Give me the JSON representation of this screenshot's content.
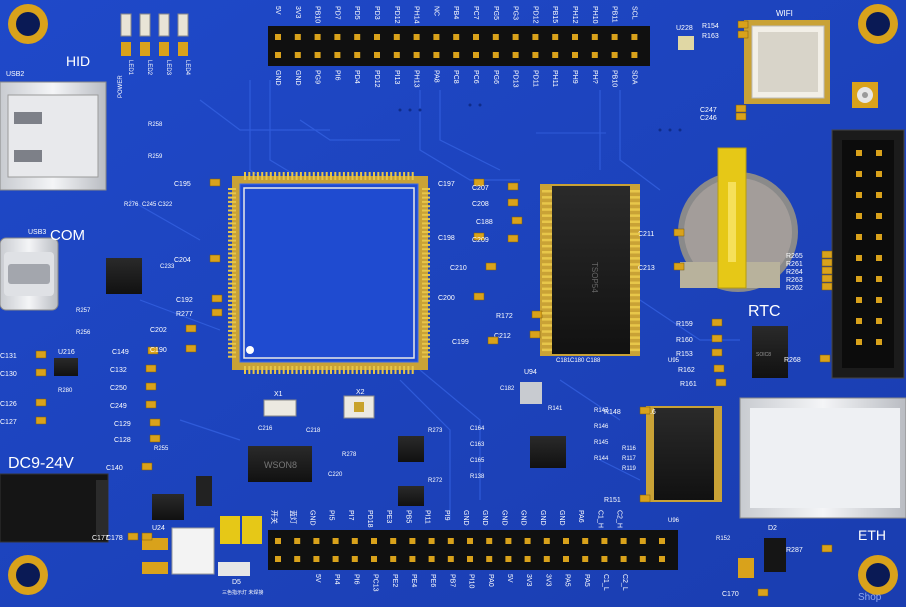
{
  "board": {
    "labels": {
      "hid": "HID",
      "com": "COM",
      "dc": "DC9-24V",
      "wifi": "WIFI",
      "rtc": "RTC",
      "eth": "ETH",
      "usb2": "USB2",
      "usb3": "USB3",
      "power": "POWER",
      "wson": "WSON8",
      "tsop": "TSOP54",
      "u228": "U228",
      "u216": "U216",
      "u24": "U24",
      "u94": "U94",
      "soic": "SOIC8",
      "l6": "L6",
      "d2": "D2",
      "d5": "D5",
      "x1": "X1",
      "x2": "X2"
    },
    "top_header_upper": [
      "5V",
      "3V3",
      "PB10",
      "PD7",
      "PD5",
      "PD3",
      "PD12",
      "PH14",
      "NC",
      "PB4",
      "PC7",
      "PG5",
      "PG3",
      "PD12",
      "PB15",
      "PH12",
      "PH10",
      "PB11",
      "SCL"
    ],
    "top_header_lower": [
      "GND",
      "GND",
      "PG9",
      "PI6",
      "PD4",
      "PD12",
      "PI13",
      "PH13",
      "PA8",
      "PC8",
      "PC6",
      "PG6",
      "PD13",
      "PD11",
      "PH11",
      "PH9",
      "PH?",
      "PB10",
      "SDA"
    ],
    "bottom_header_upper": [
      "开关",
      "蓝灯",
      "GND",
      "PI5",
      "PI7",
      "PD18",
      "PE3",
      "PB5",
      "PI11",
      "PI9",
      "GND",
      "GND",
      "GND",
      "GND",
      "GND",
      "GND",
      "PA6",
      "C1_H",
      "C2_H"
    ],
    "bottom_header_lower": [
      "5V",
      "PI4",
      "PI6",
      "PC13",
      "PE2",
      "PE4",
      "PE6",
      "PB7",
      "PI10",
      "PA0",
      "5V",
      "3V3",
      "3V3",
      "PA5",
      "PA5",
      "C1_L",
      "C2_L"
    ],
    "leds": [
      "LED1",
      "LED2",
      "LED3",
      "LED4"
    ],
    "left_components": [
      "C131",
      "C130",
      "C126",
      "C127",
      "C128",
      "C129",
      "C149",
      "C132",
      "C250",
      "C249",
      "C140",
      "C177",
      "C178"
    ],
    "mid_components": [
      "C195",
      "C204",
      "C192",
      "C202",
      "C190",
      "R277",
      "C197",
      "C207",
      "C208",
      "C198",
      "C200",
      "C210",
      "C209",
      "C211",
      "C213",
      "C212",
      "C199",
      "C188",
      "R172"
    ],
    "right_components": [
      "R265",
      "R261",
      "R264",
      "R263",
      "R262",
      "R159",
      "R160",
      "R153",
      "R162",
      "R161",
      "R268",
      "R154",
      "R163",
      "C247",
      "C246",
      "R148",
      "R151",
      "R287",
      "C170"
    ],
    "small_labels": [
      "R258",
      "R259",
      "R276",
      "C245",
      "C322",
      "C233",
      "R257",
      "R256",
      "R280",
      "R255",
      "C216",
      "C218",
      "R273",
      "R272",
      "R278",
      "C220",
      "C164",
      "C163",
      "C165",
      "R138",
      "R141",
      "R147",
      "R146",
      "R145",
      "R144",
      "R152",
      "C182",
      "C181",
      "C180",
      "C188",
      "U95",
      "U96",
      "R116",
      "R117",
      "R119"
    ],
    "bottom_text": "三色指示灯 未焊接",
    "watermark": "Shop"
  }
}
